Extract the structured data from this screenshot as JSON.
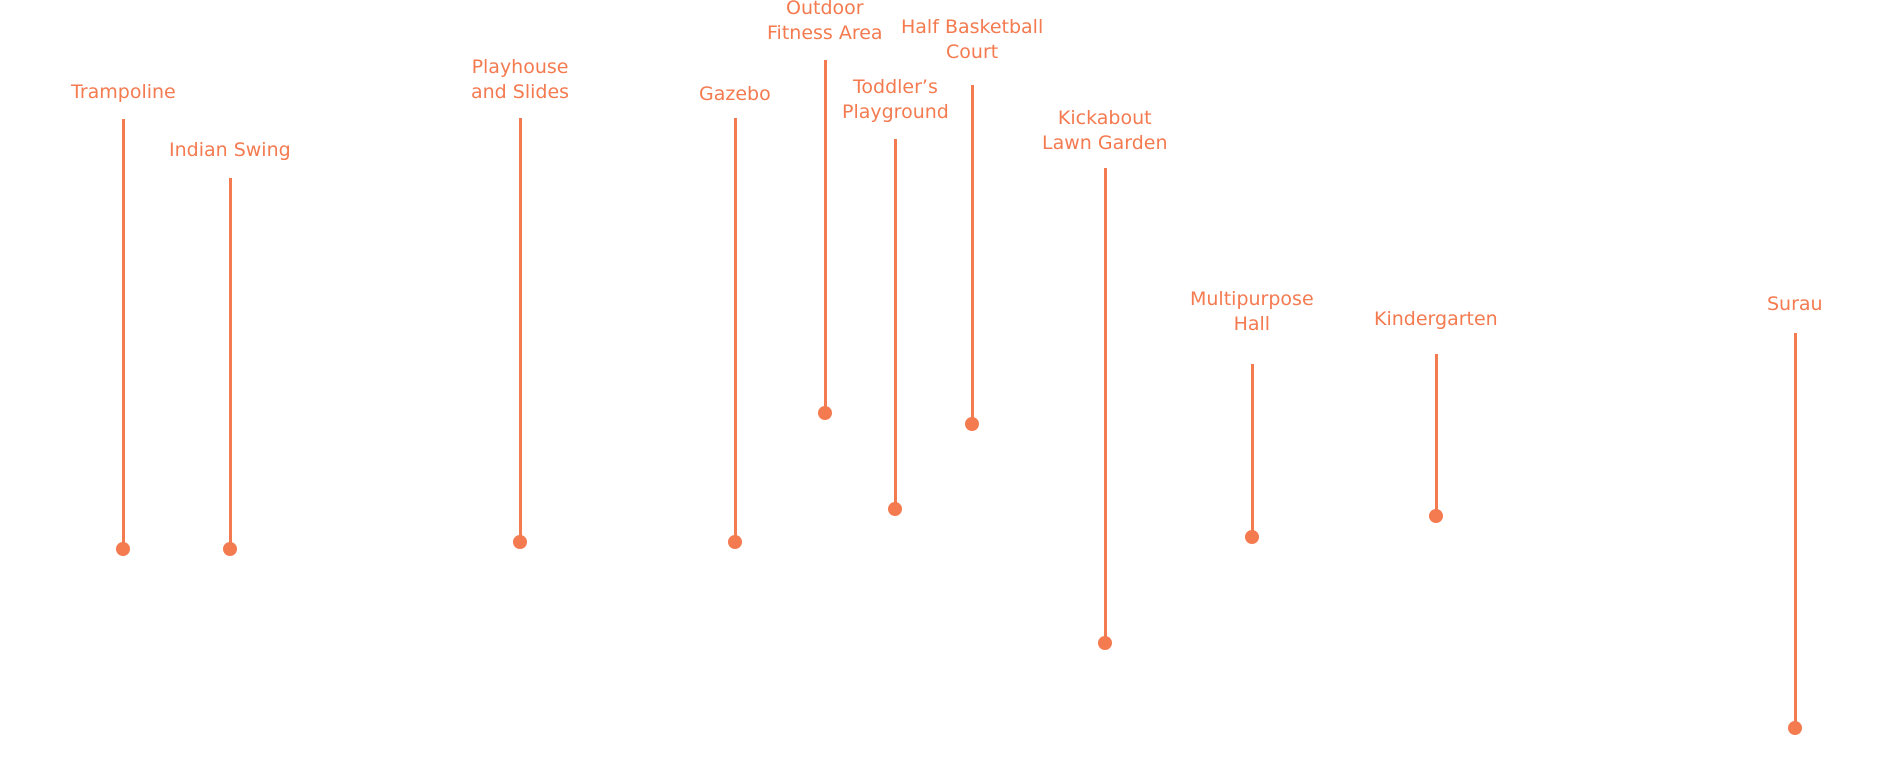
{
  "accent_color": "#F47A50",
  "callouts": [
    {
      "id": "trampoline",
      "lines": [
        "Trampoline"
      ]
    },
    {
      "id": "indian-swing",
      "lines": [
        "Indian Swing"
      ]
    },
    {
      "id": "playhouse-and-slides",
      "lines": [
        "Playhouse",
        "and Slides"
      ]
    },
    {
      "id": "gazebo",
      "lines": [
        "Gazebo"
      ]
    },
    {
      "id": "outdoor-fitness-area",
      "lines": [
        "Outdoor",
        "Fitness Area"
      ]
    },
    {
      "id": "toddlers-playground",
      "lines": [
        "Toddler’s",
        "Playground"
      ]
    },
    {
      "id": "half-basketball-court",
      "lines": [
        "Half Basketball",
        "Court"
      ]
    },
    {
      "id": "kickabout-lawn-garden",
      "lines": [
        "Kickabout",
        "Lawn Garden"
      ]
    },
    {
      "id": "multipurpose-hall",
      "lines": [
        "Multipurpose",
        "Hall"
      ]
    },
    {
      "id": "kindergarten",
      "lines": [
        "Kindergarten"
      ]
    },
    {
      "id": "surau",
      "lines": [
        "Surau"
      ]
    }
  ]
}
